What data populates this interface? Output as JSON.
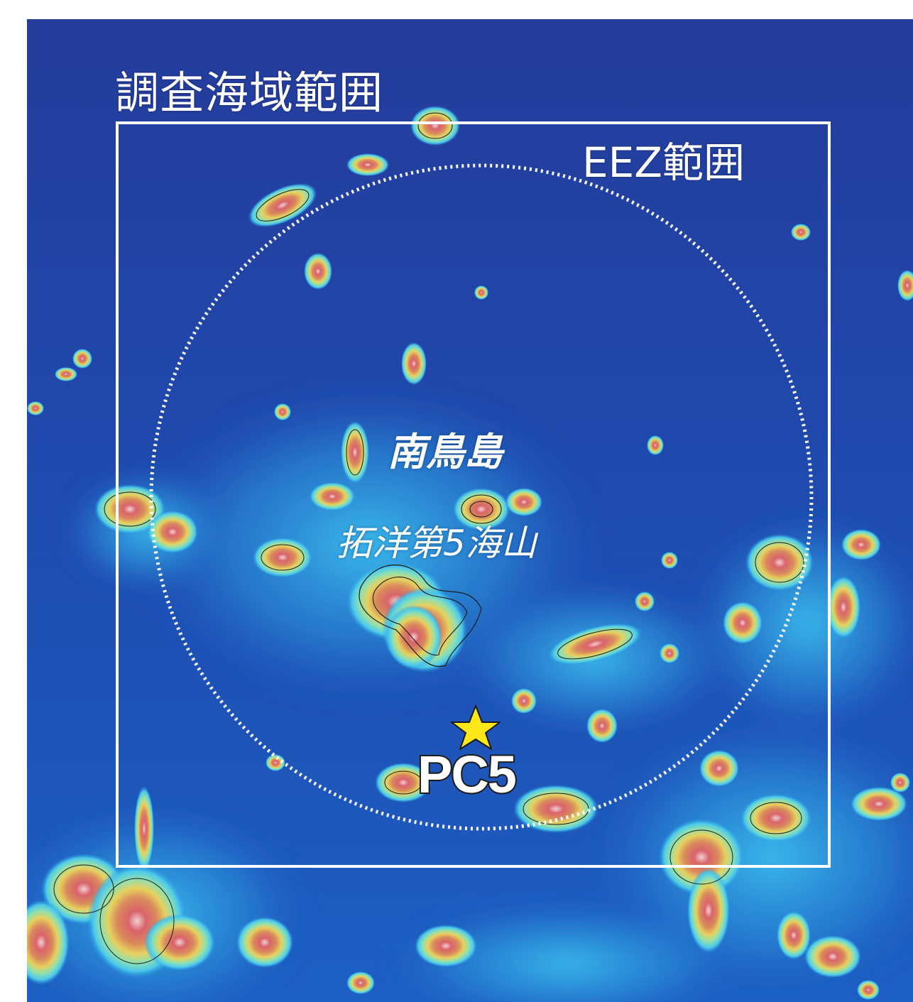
{
  "labels": {
    "survey_area": "調査海域範囲",
    "eez_range": "EEZ範囲",
    "island": "南鳥島",
    "seamount": "拓洋第5海山",
    "sampling_site": "PC5"
  },
  "colors": {
    "deep_ocean": "#1c3a96",
    "mid_depth": "#1f6fd0",
    "shallow": "#2aa6e4",
    "shelf": "#5ccfe8",
    "seamount_slope": "#e7d15e",
    "seamount_top": "#d9636b",
    "peak": "#f1c9c9",
    "contour": "#1a1a1a",
    "boundary_lines": "#ffffff",
    "star": "#ffe81a"
  },
  "icons": {
    "site_marker": "star-icon"
  }
}
